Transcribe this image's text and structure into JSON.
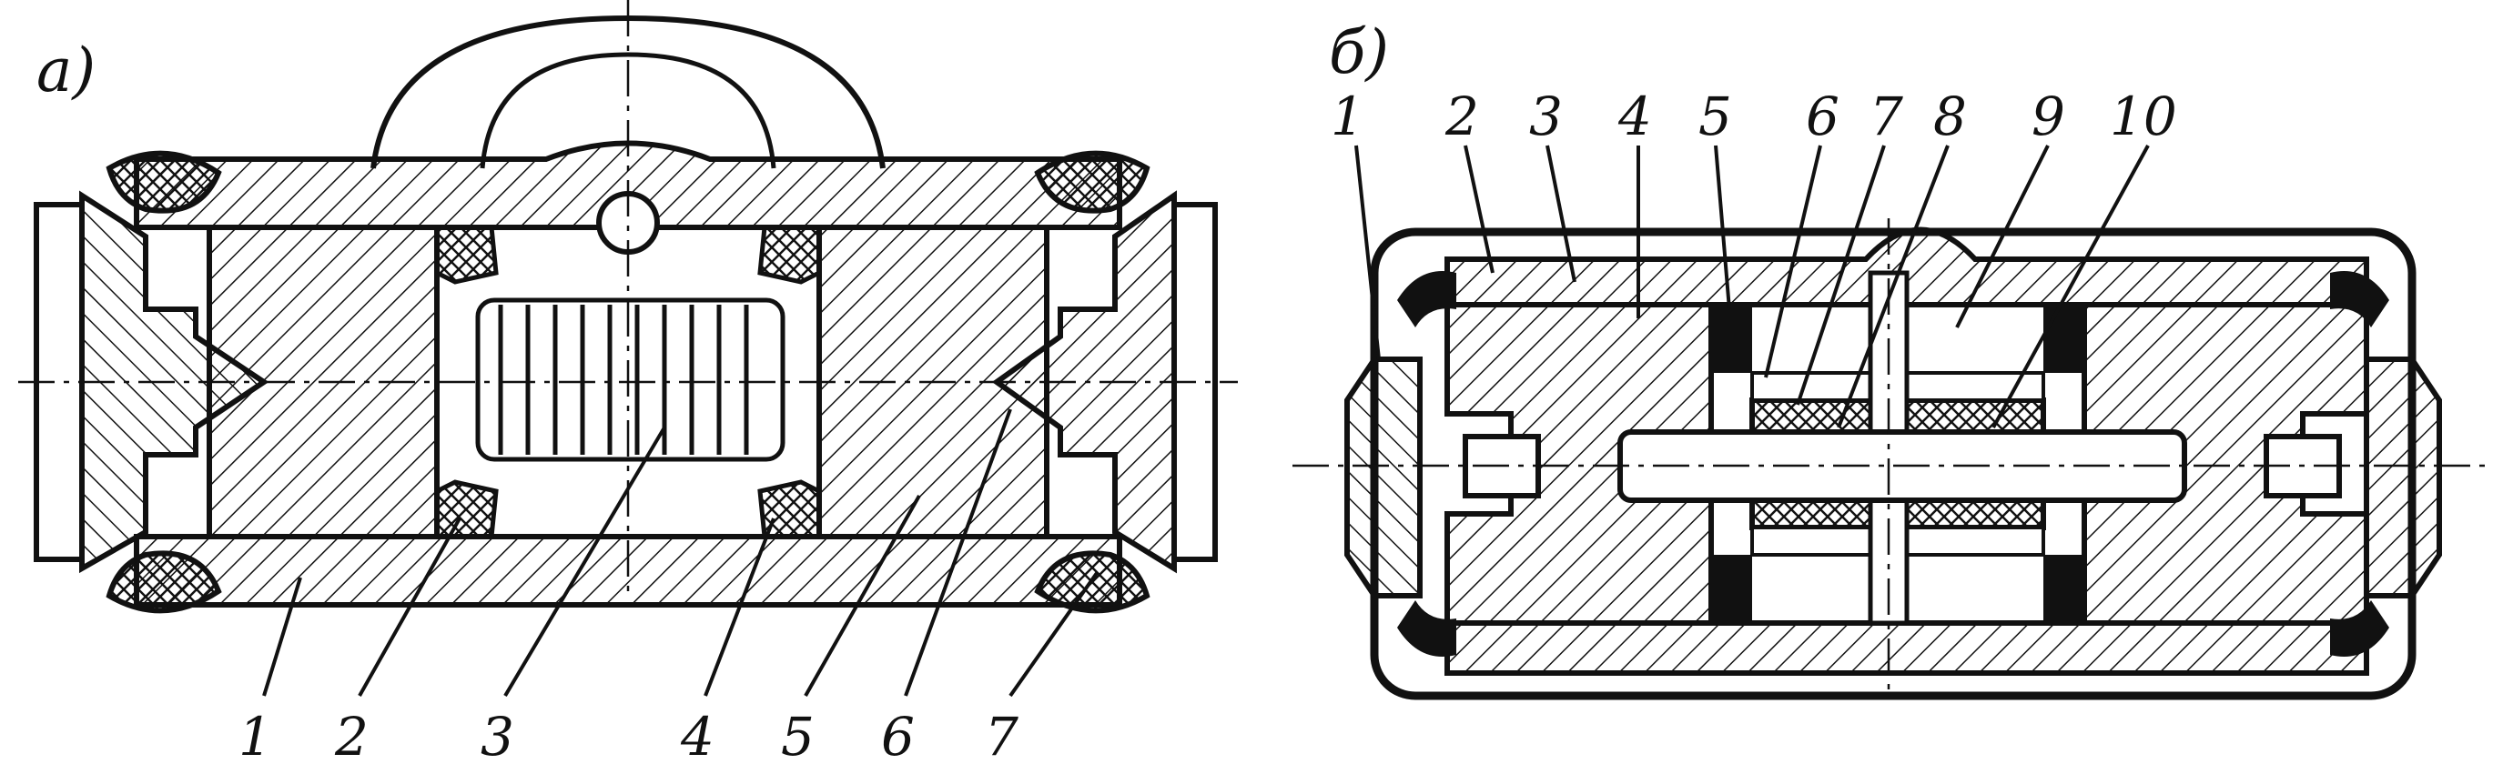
{
  "figure": {
    "ink": "#111111",
    "paper": "#ffffff",
    "panel_a": {
      "caption": "а)",
      "callouts": [
        "1",
        "2",
        "3",
        "4",
        "5",
        "6",
        "7"
      ]
    },
    "panel_b": {
      "caption": "б)",
      "callouts": [
        "1",
        "2",
        "3",
        "4",
        "5",
        "6",
        "7",
        "8",
        "9",
        "10"
      ]
    }
  }
}
